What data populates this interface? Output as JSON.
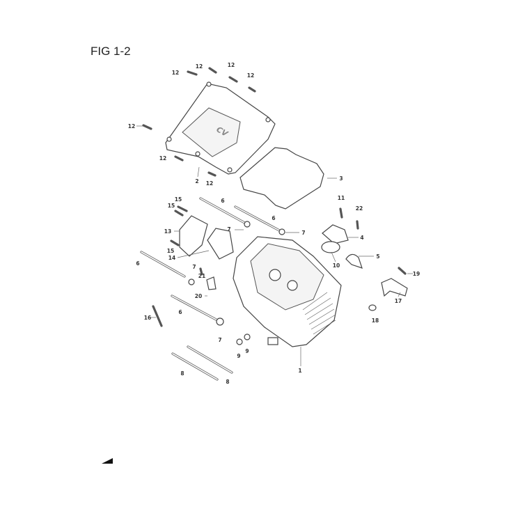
{
  "figure_title": "FIG 1-2",
  "cover_logo": "CV",
  "callouts": {
    "c12a": "12",
    "c12b": "12",
    "c12c": "12",
    "c12d": "12",
    "c12e": "12",
    "c12f": "12",
    "c12g": "12",
    "c2": "2",
    "c3": "3",
    "c15a": "15",
    "c15b": "15",
    "c15c": "15",
    "c6a": "6",
    "c6b": "6",
    "c6c": "6",
    "c6d": "6",
    "c7a": "7",
    "c7b": "7",
    "c7c": "7",
    "c7d": "7",
    "c13": "13",
    "c14": "14",
    "c11": "11",
    "c22": "22",
    "c4": "4",
    "c5": "5",
    "c10": "10",
    "c19": "19",
    "c17": "17",
    "c18": "18",
    "c21": "21",
    "c20": "20",
    "c16": "16",
    "c9a": "9",
    "c9b": "9",
    "c1": "1",
    "c8a": "8",
    "c8b": "8"
  }
}
